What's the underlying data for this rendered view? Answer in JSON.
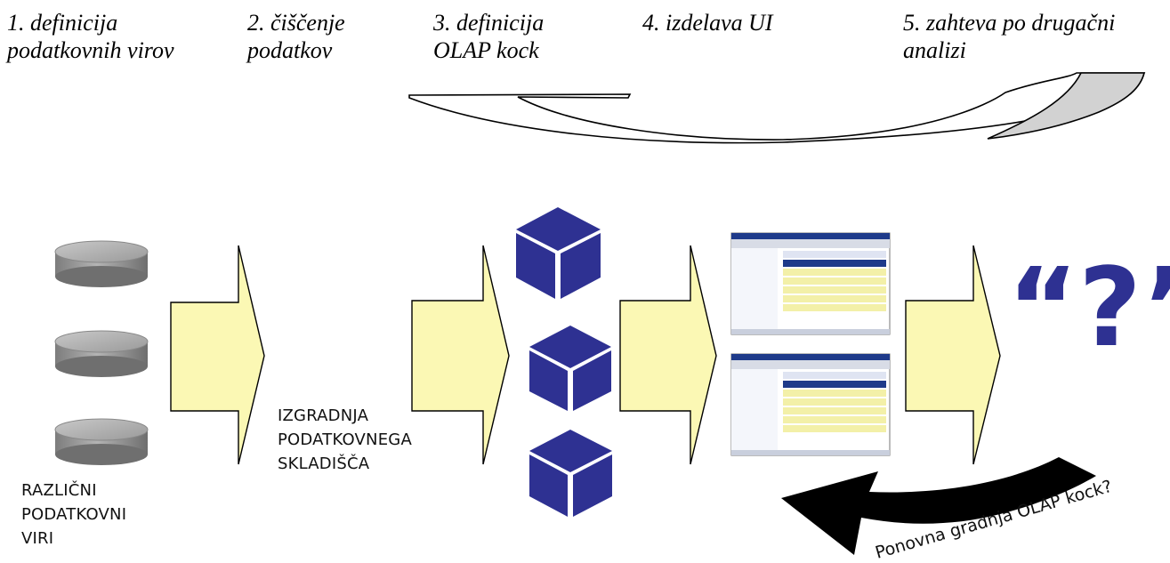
{
  "steps": [
    {
      "line1": "1. definicija",
      "line2": "podatkovnih virov"
    },
    {
      "line1": "2. čiščenje",
      "line2": "podatkov"
    },
    {
      "line1": "3. definicija",
      "line2": "OLAP kock"
    },
    {
      "line1": "4. izdelava UI",
      "line2": ""
    },
    {
      "line1": "5. zahteva po drugačni",
      "line2": "analizi"
    }
  ],
  "sources_label": {
    "line1": "RAZLIČNI",
    "line2": "PODATKOVNI",
    "line3": "VIRI"
  },
  "warehouse_label": {
    "line1": "IZGRADNJA",
    "line2": "PODATKOVNEGA",
    "line3": "SKLADIŠČA"
  },
  "rebuild_label": "Ponovna gradnja OLAP kock?",
  "question_glyph": "“?”",
  "colors": {
    "arrow_fill": "#fbf8b4",
    "cube": "#2e3192",
    "disk": "#9a9a9a",
    "question": "#2e3192",
    "curve_fill": "#d2d2d2",
    "rebuild_arrow": "#000000"
  }
}
